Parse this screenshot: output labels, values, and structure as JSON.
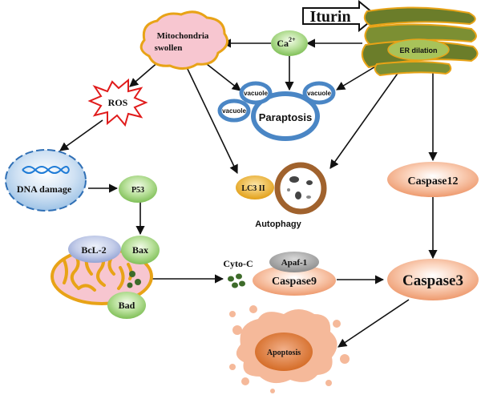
{
  "diagram": {
    "iturin": "Iturin",
    "er_dilation": "ER dilation",
    "calcium": "Ca",
    "calcium_sup": "2+",
    "mito_swollen_line1": "Mitochondria",
    "mito_swollen_line2": "swollen",
    "vacuole": "vacuole",
    "paraptosis": "Paraptosis",
    "ros": "ROS",
    "dna_damage": "DNA damage",
    "p53": "P53",
    "lc3": "LC3 II",
    "autophagy": "Autophagy",
    "caspase12": "Caspase12",
    "bcl2": "BcL-2",
    "bax": "Bax",
    "bad": "Bad",
    "cyto_c": "Cyto-C",
    "apaf1": "Apaf-1",
    "caspase9": "Caspase9",
    "caspase3": "Caspase3",
    "apoptosis": "Apoptosis"
  },
  "colors": {
    "peach": "#f4a582",
    "green_node": "#8fc76a",
    "olive": "#6b7d2a",
    "vacuole_blue": "#4a86c5",
    "autophagy_brown": "#a0622d",
    "apoptosis_core": "#d9631a",
    "pink": "#f7c6d0",
    "lc3_gold": "#e8a317"
  }
}
